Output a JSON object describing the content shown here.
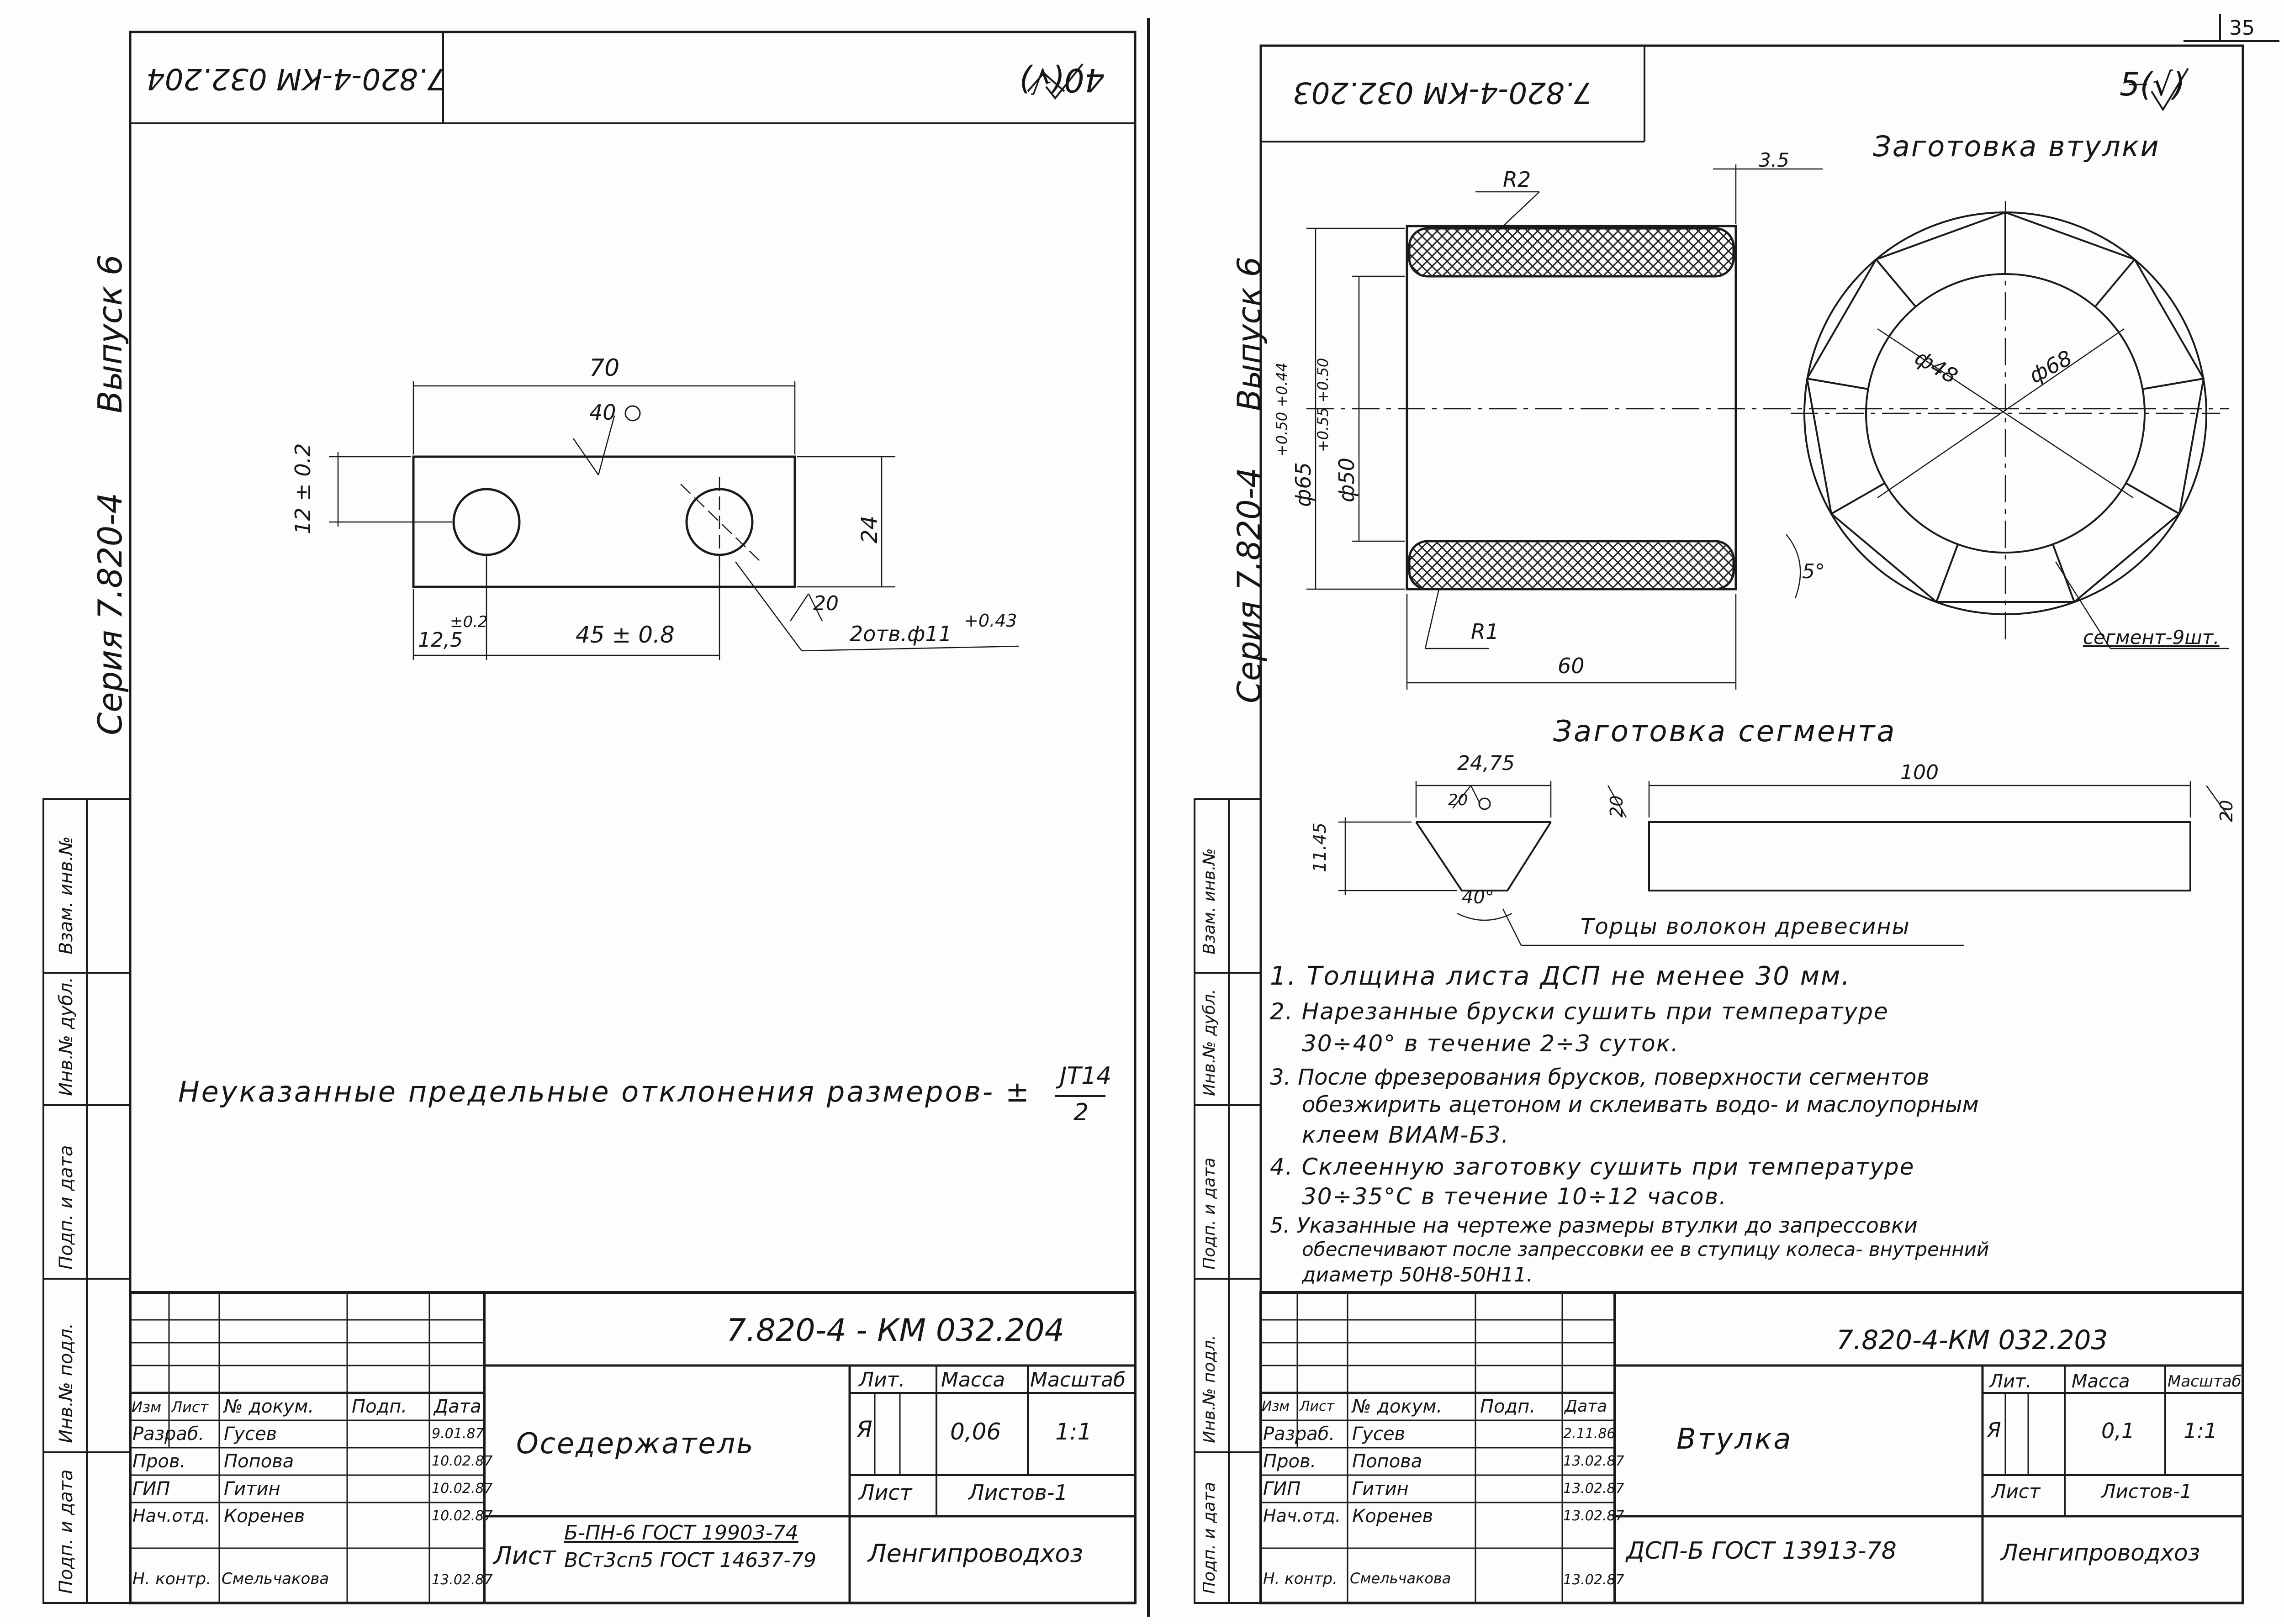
{
  "page_number": "35",
  "side_labels": {
    "series_left": "Серия 7.820-4",
    "issue_left": "Выпуск 6",
    "series_right": "Серия 7.820-4",
    "issue_right": "Выпуск 6"
  },
  "side_stamps": [
    "Взам. инв.№",
    "Инв.№ дубл.",
    "Подп. и дата",
    "Инв.№ подл.",
    "Подп. и дата"
  ],
  "left": {
    "top_code": "7.820-4-КМ 032.204",
    "roughness": "40(√)",
    "dims": {
      "width": "70",
      "roughness_top": "40",
      "hole_offset": "12 ± 0.2",
      "height": "24",
      "edge": "12,5",
      "edge_tol": "±0.2",
      "spacing": "45 ± 0.8",
      "chamfer_rough": "20",
      "holes": "2отв.ф11",
      "holes_tol": "+0.43"
    },
    "note": "Неуказанные предельные отклонения размеров- ±",
    "note_frac_num": "JT14",
    "note_frac_den": "2",
    "title": {
      "code": "7.820-4 - КМ 032.204",
      "name": "Оседержатель",
      "lit_label": "Лит.",
      "mass_label": "Масса",
      "scale_label": "Масштаб",
      "lit_value": "Я",
      "mass_value": "0,06",
      "scale_value": "1:1",
      "sheet_label": "Лист",
      "sheets_label": "Листов-1",
      "material_prefix": "Лист",
      "material_top": "Б-ПН-6 ГОСТ 19903-74",
      "material_bottom": "ВСт3сп5 ГОСТ 14637-79",
      "org": "Ленгипроводхоз",
      "header": [
        "Изм",
        "Лист",
        "№ докум.",
        "Подп.",
        "Дата"
      ],
      "rows": [
        {
          "role": "Разраб.",
          "name": "Гусев",
          "date": "9.01.87"
        },
        {
          "role": "Пров.",
          "name": "Попова",
          "date": "10.02.87"
        },
        {
          "role": "ГИП",
          "name": "Гитин",
          "date": "10.02.87"
        },
        {
          "role": "Нач.отд.",
          "name": "Коренев",
          "date": "10.02.87"
        },
        {
          "role": "Н. контр.",
          "name": "Смельчакова",
          "date": "13.02.87"
        }
      ]
    }
  },
  "right": {
    "top_code": "7.820-4-КМ 032.203",
    "roughness": "5(√)",
    "view_title": "Заготовка втулки",
    "segment_title": "Заготовка сегмента",
    "dims": {
      "r2": "R2",
      "gap": "3.5",
      "outer": "ф65",
      "outer_tol": "+0.50 +0.44",
      "inner": "ф50",
      "inner_tol": "+0.55 +0.50",
      "r1": "R1",
      "length": "60",
      "angle": "5°",
      "d48": "ф48",
      "d68": "ф68",
      "segments": "сегмент-9шт.",
      "seg_top": "24,75",
      "seg_h": "11.45",
      "seg_rough": "20",
      "seg_angle": "40°",
      "seg_len": "100",
      "seg_r_left": "20",
      "seg_r_right": "20",
      "fibers": "Торцы волокон древесины"
    },
    "notes": [
      "1. Толщина листа ДСП не менее 30 мм.",
      "2. Нарезанные бруски сушить при температуре",
      "30÷40° в течение 2÷3 суток.",
      "3. После фрезерования брусков, поверхности сегментов",
      "обезжирить ацетоном и склеивать водо- и маслоупорным",
      "клеем ВИАМ-Б3.",
      "4. Склеенную заготовку сушить при температуре",
      "30÷35°С в течение 10÷12 часов.",
      "5. Указанные на чертеже размеры втулки до запрессовки",
      "обеспечивают после запрессовки ее в ступицу колеса- внутренний",
      "диаметр 50Н8-50Н11."
    ],
    "title": {
      "code": "7.820-4-КМ 032.203",
      "name": "Втулка",
      "lit_label": "Лит.",
      "mass_label": "Масса",
      "scale_label": "Масштаб",
      "lit_value": "Я",
      "mass_value": "0,1",
      "scale_value": "1:1",
      "sheet_label": "Лист",
      "sheets_label": "Листов-1",
      "material": "ДСП-Б ГОСТ 13913-78",
      "org": "Ленгипроводхоз",
      "header": [
        "Изм",
        "Лист",
        "№ докум.",
        "Подп.",
        "Дата"
      ],
      "rows": [
        {
          "role": "Разраб.",
          "name": "Гусев",
          "date": "2.11.86"
        },
        {
          "role": "Пров.",
          "name": "Попова",
          "date": "13.02.87"
        },
        {
          "role": "ГИП",
          "name": "Гитин",
          "date": "13.02.87"
        },
        {
          "role": "Нач.отд.",
          "name": "Коренев",
          "date": "13.02.87"
        },
        {
          "role": "Н. контр.",
          "name": "Смельчакова",
          "date": "13.02.87"
        }
      ]
    }
  }
}
